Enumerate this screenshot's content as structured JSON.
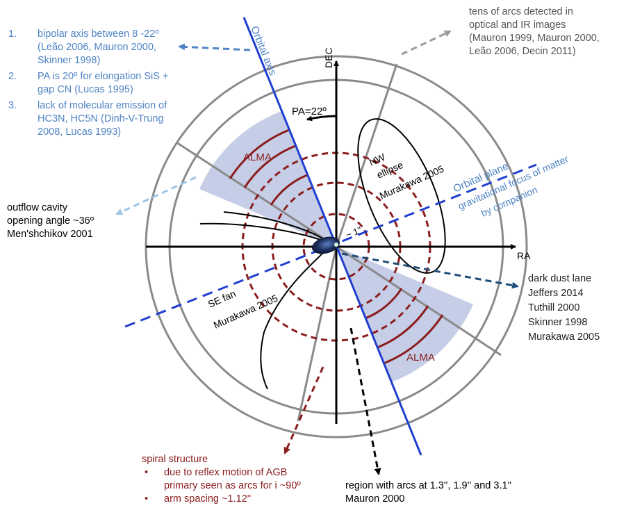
{
  "axes": {
    "dec_label": "DEC",
    "ra_label": "RA"
  },
  "diagram_labels": {
    "orbital_axis": "Orbital axis",
    "pa": "PA=22º",
    "alma_top": "ALMA",
    "alma_bottom": "ALMA",
    "nw_ellipse": [
      "NW",
      "ellipse",
      "Murakawa 2005"
    ],
    "orbital_plane": "Orbital plane",
    "grav_focus": [
      "gravitational focus of matter",
      "by companion"
    ],
    "scale": "~ 1''",
    "se_fan": [
      "SE fan",
      "Murakawa 2005"
    ]
  },
  "notes": {
    "bipolar": [
      {
        "num": "1.",
        "lines": [
          "bipolar axis between 8 -22º",
          "(Leão  2006, Mauron 2000,",
          "Skinner 1998)"
        ]
      },
      {
        "num": "2.",
        "lines": [
          "PA is 20º for elongation SiS +",
          "gap CN (Lucas 1995)"
        ]
      },
      {
        "num": "3.",
        "lines": [
          "lack of molecular emission of",
          "HC3N, HC5N (Dinh-V-Trung",
          "2008, Lucas 1993)"
        ]
      }
    ],
    "arcs_detected": [
      "tens of arcs detected in",
      "optical and IR images",
      "(Mauron 1999, Mauron 2000,",
      " Leão  2006, Decin 2011)"
    ],
    "outflow": [
      "outflow cavity",
      "opening angle ~36º",
      "Men'shchikov 2001"
    ],
    "dust_lane": [
      "dark dust lane",
      "Jeffers 2014",
      "Tuthill 2000",
      "Skinner 1998",
      "Murakawa 2005"
    ],
    "spiral": {
      "title": "spiral structure",
      "bullets": [
        [
          "due to reflex motion of AGB",
          "primary seen as arcs for i  ~90º"
        ],
        [
          "arm spacing ~1.12''"
        ]
      ]
    },
    "region_arcs": [
      "region with arcs at 1.3'', 1.9'' and 3.1''",
      "Mauron 2000"
    ]
  },
  "colors": {
    "annotation_blue": "#4f83c4",
    "axis_blue": "#1f3fd0",
    "arc_red": "#8b1d1d",
    "alma_fill": "#c6cde6",
    "circle_gray": "#8a8a8a",
    "dust_arrow": "#1f4e79",
    "gray_arrow": "#9a9a9a",
    "light_blue_arrow": "#9ec3e6"
  }
}
